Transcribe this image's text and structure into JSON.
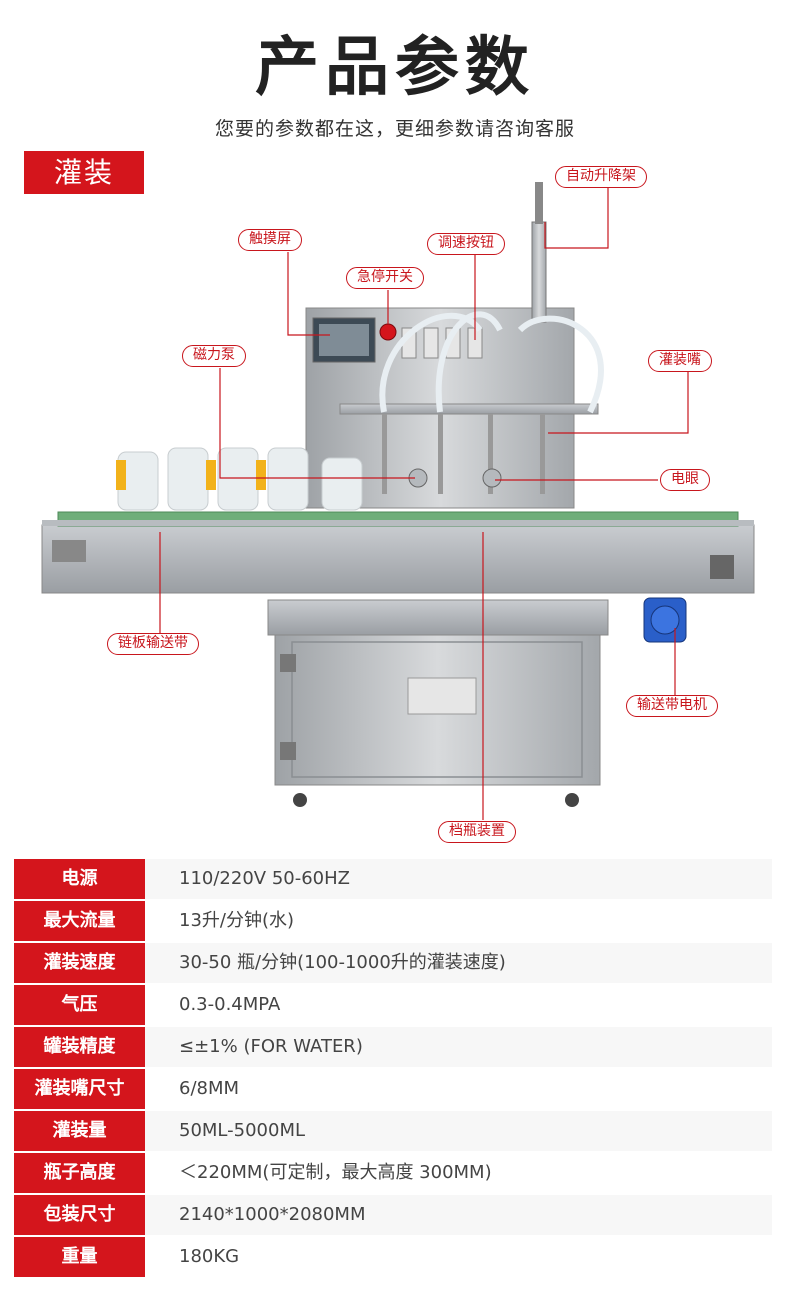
{
  "header": {
    "title": "产品参数",
    "subtitle": "您要的参数都在这，更细参数请咨询客服"
  },
  "section": {
    "tag": "灌装"
  },
  "callouts": {
    "lift_frame": "自动升降架",
    "touch_screen": "触摸屏",
    "speed_knob": "调速按钮",
    "emergency_stop": "急停开关",
    "magnetic_pump": "磁力泵",
    "filling_nozzle": "灌装嘴",
    "photo_eye": "电眼",
    "chain_conveyor": "链板输送带",
    "conveyor_motor": "输送带电机",
    "bottle_stopper": "档瓶装置"
  },
  "colors": {
    "accent": "#d4151c",
    "steel": "#b9bcc0",
    "motor": "#2a5fc9",
    "conveyor_green": "#6fae7a"
  },
  "specs": [
    {
      "label": "电源",
      "value": "110/220V 50-60HZ"
    },
    {
      "label": "最大流量",
      "value": "13升/分钟(水)"
    },
    {
      "label": "灌装速度",
      "value": "30-50 瓶/分钟(100-1000升的灌装速度)"
    },
    {
      "label": "气压",
      "value": "0.3-0.4MPA"
    },
    {
      "label": "罐装精度",
      "value": "≤±1% (FOR WATER)"
    },
    {
      "label": "灌装嘴尺寸",
      "value": "6/8MM"
    },
    {
      "label": "灌装量",
      "value": "50ML-5000ML"
    },
    {
      "label": "瓶子高度",
      "value": "＜220MM(可定制，最大高度 300MM)"
    },
    {
      "label": "包装尺寸",
      "value": "2140*1000*2080MM"
    },
    {
      "label": "重量",
      "value": "180KG"
    }
  ]
}
